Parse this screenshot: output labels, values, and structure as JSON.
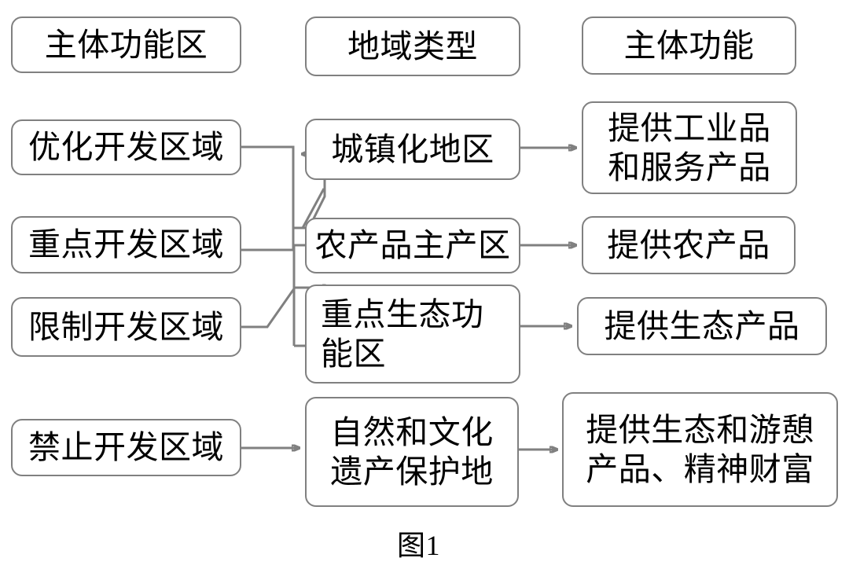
{
  "diagram": {
    "caption": "图1",
    "stroke_color": "#808080",
    "text_color": "#000000",
    "background_color": "#ffffff",
    "headers": [
      {
        "label": "主体功能区"
      },
      {
        "label": "地域类型"
      },
      {
        "label": "主体功能"
      }
    ],
    "column1": [
      {
        "label": "优化开发区域"
      },
      {
        "label": "重点开发区域"
      },
      {
        "label": "限制开发区域"
      },
      {
        "label": "禁止开发区域"
      }
    ],
    "column2": [
      {
        "label": "城镇化地区"
      },
      {
        "label": "农产品主产区"
      },
      {
        "label": "重点生态功\n能区"
      },
      {
        "label": "自然和文化\n遗产保护地"
      }
    ],
    "column3": [
      {
        "label": "提供工业品\n和服务产品"
      },
      {
        "label": "提供农产品"
      },
      {
        "label": "提供生态产品"
      },
      {
        "label": "提供生态和游憩\n产品、精神财富"
      }
    ]
  }
}
